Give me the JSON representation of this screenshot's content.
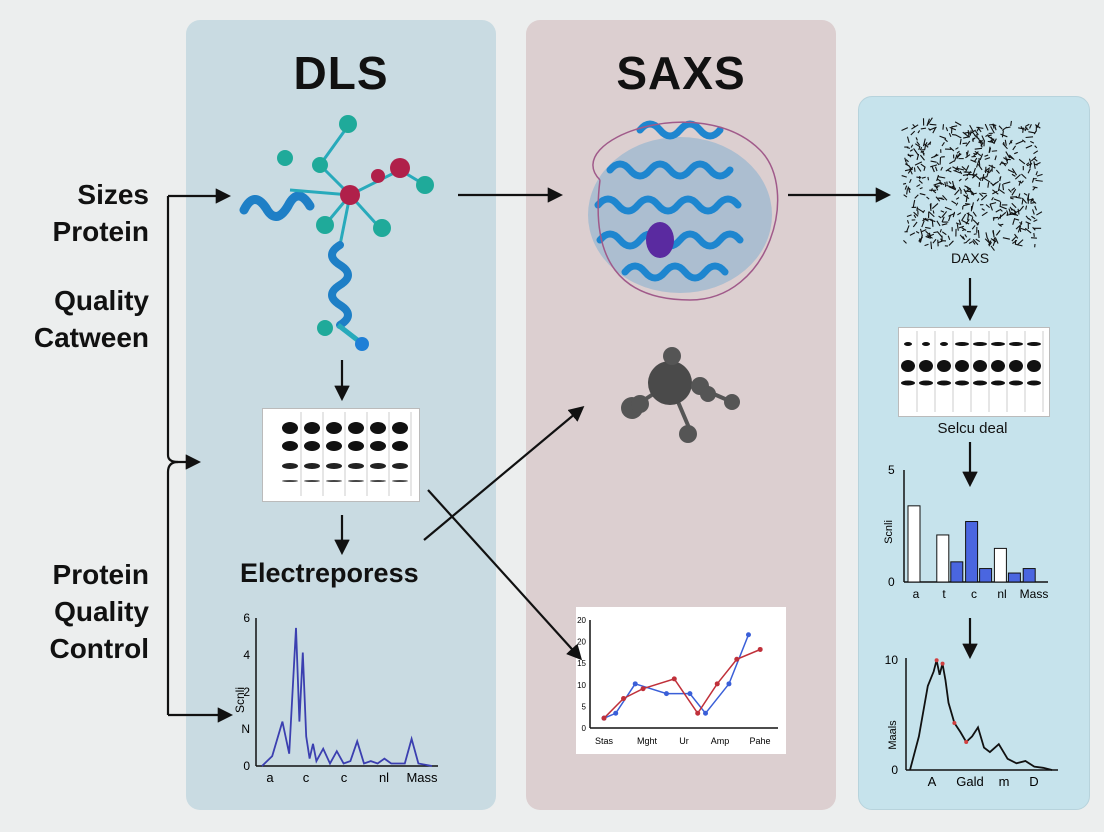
{
  "panels": {
    "dls_title": "DLS",
    "saxs_title": "SAXS"
  },
  "left_labels": {
    "group1_line1": "Sizes",
    "group1_line2": "Protein",
    "group2_line1": "Quality",
    "group2_line2": "Catween",
    "group3_line1": "Protein",
    "group3_line2": "Quality",
    "group3_line3": "Control"
  },
  "dls_panel": {
    "electro_label": "Electreporess"
  },
  "right_panel": {
    "pattern_caption": "DAXS",
    "gel_caption": "Selcu deal"
  },
  "chart_data": [
    {
      "type": "line",
      "ylabel": "Scnli",
      "categories": [
        "a",
        "c",
        "c",
        "nl",
        "Mass"
      ],
      "ytick_labels": [
        "6",
        "4",
        "2",
        "N",
        "0"
      ],
      "ylim": [
        0,
        6
      ],
      "series": [
        {
          "x": [
            0,
            0.3,
            0.6,
            0.8,
            1.0,
            1.1,
            1.2,
            1.3,
            1.4,
            1.5,
            1.6,
            1.8,
            2.0,
            2.2,
            2.4,
            2.6,
            2.8,
            3.0,
            3.2,
            3.4,
            3.6,
            3.8,
            4.0,
            4.2,
            4.4,
            4.6,
            5.0
          ],
          "y": [
            0,
            0.4,
            1.8,
            0.5,
            5.6,
            1.8,
            4.6,
            1.2,
            0.3,
            0.9,
            0.2,
            0.7,
            0.1,
            0.6,
            0.1,
            0.2,
            1.0,
            0.1,
            0.2,
            0.1,
            0.3,
            0.1,
            0.1,
            0.1,
            1.1,
            0.1,
            0
          ]
        }
      ]
    },
    {
      "type": "line",
      "categories": [
        "Stas",
        "Mght",
        "Ur",
        "Amp",
        "Pahe"
      ],
      "ytick_labels": [
        "20",
        "20",
        "15",
        "10",
        "5",
        "0"
      ],
      "ylim": [
        0,
        22
      ],
      "series": [
        {
          "color": "#3a5fd8",
          "x": [
            0,
            0.3,
            0.8,
            1.6,
            2.2,
            2.6,
            3.2,
            3.7
          ],
          "y": [
            2,
            3,
            9,
            7,
            7,
            3,
            9,
            19
          ]
        },
        {
          "color": "#c0303a",
          "x": [
            0,
            0.5,
            1.0,
            1.8,
            2.4,
            2.9,
            3.4,
            4.0
          ],
          "y": [
            2,
            6,
            8,
            10,
            3,
            9,
            14,
            16
          ]
        }
      ]
    },
    {
      "type": "bar",
      "ylabel": "Scnli",
      "categories": [
        "a",
        "t",
        "c",
        "nl",
        "Mass"
      ],
      "ytick_labels": [
        "5",
        "0"
      ],
      "ylim": [
        0,
        5
      ],
      "series": [
        {
          "color": "#ffffff",
          "values": [
            3.4,
            2.1,
            0,
            1.5,
            0
          ]
        },
        {
          "color": "#4a66e0",
          "values": [
            0,
            0.9,
            2.7,
            0.4,
            0.6
          ]
        },
        {
          "color": "#4a66e0",
          "values": [
            0,
            0,
            0.6,
            0,
            0
          ]
        }
      ]
    },
    {
      "type": "line",
      "ylabel": "Maals",
      "categories": [
        "A",
        "Gald",
        "m",
        "D"
      ],
      "ytick_labels": [
        "10",
        "0"
      ],
      "ylim": [
        0,
        10
      ],
      "series": [
        {
          "color": "#111111",
          "x": [
            0,
            0.3,
            0.6,
            0.8,
            0.9,
            1.0,
            1.1,
            1.2,
            1.3,
            1.5,
            1.7,
            1.9,
            2.1,
            2.3,
            2.5,
            2.7,
            3.0,
            3.3,
            3.6,
            3.9,
            4.2,
            4.5,
            4.8
          ],
          "y": [
            0,
            3,
            7.5,
            8.8,
            9.8,
            8.5,
            9.5,
            8.0,
            6.0,
            4.2,
            3.4,
            2.5,
            3.0,
            3.8,
            2.0,
            1.6,
            2.3,
            1.0,
            0.6,
            0.8,
            0.3,
            0.2,
            0
          ]
        }
      ]
    }
  ]
}
